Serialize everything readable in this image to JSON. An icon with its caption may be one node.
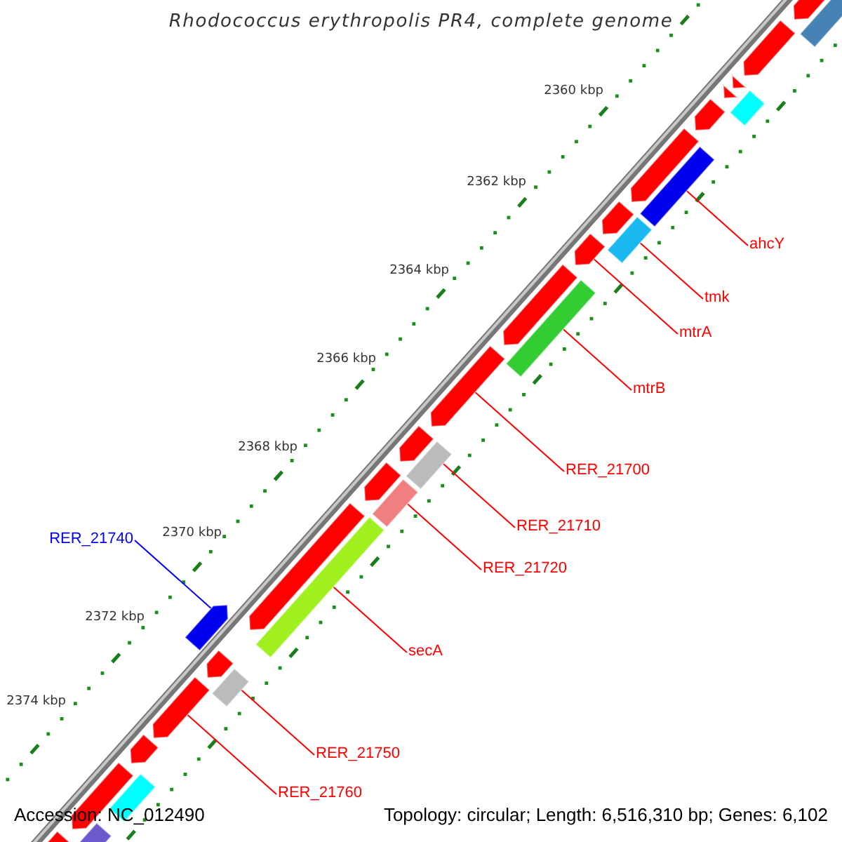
{
  "diagram": {
    "title": "Rhodococcus erythropolis PR4, complete genome",
    "nodes": [
      {
        "text": [
          "ahcY"
        ]
      },
      {
        "text": [
          "tmk"
        ]
      },
      {
        "text": [
          "mtrA"
        ]
      },
      {
        "text": [
          "mtrB"
        ]
      },
      {
        "text": [
          "RER_21700"
        ]
      },
      {
        "text": [
          "RER_21710"
        ]
      },
      {
        "text": [
          "RER_21720"
        ]
      },
      {
        "text": [
          "secA"
        ]
      },
      {
        "text": [
          "RER_21740"
        ]
      },
      {
        "text": [
          "RER_21750"
        ]
      },
      {
        "text": [
          "RER_21760"
        ]
      },
      {
        "text": [],
        "shape": "box"
      },
      {
        "text": [],
        "shape": "arrow"
      },
      {
        "text": [],
        "shape": "arrow"
      },
      {
        "text": [],
        "shape": "arrow"
      },
      {
        "text": [],
        "shape": "arrow"
      },
      {
        "text": [],
        "shape": "box"
      },
      {
        "text": [],
        "shape": "arrow"
      },
      {
        "text": [],
        "shape": "arrow"
      },
      {
        "text": [],
        "shape": "box"
      },
      {
        "text": [],
        "shape": "arrow"
      },
      {
        "text": [],
        "shape": "box"
      },
      {
        "text": [],
        "shape": "arrow"
      },
      {
        "text": [],
        "shape": "arrow"
      },
      {
        "text": [],
        "shape": "box"
      },
      {
        "text": [],
        "shape": "arrow"
      },
      {
        "text": [],
        "shape": "arrow"
      },
      {
        "text": [],
        "shape": "box"
      },
      {
        "text": [],
        "shape": "arrow"
      },
      {
        "text": [],
        "shape": "box"
      },
      {
        "text": [],
        "shape": "arrow"
      },
      {
        "text": [],
        "shape": "box"
      },
      {
        "text": [],
        "shape": "arrow"
      },
      {
        "text": [],
        "shape": "arrow"
      },
      {
        "text": [],
        "shape": "box"
      },
      {
        "text": [],
        "shape": "arrow"
      },
      {
        "text": [],
        "shape": "arrow"
      },
      {
        "text": [],
        "shape": "arrow"
      },
      {
        "text": [],
        "shape": "box"
      },
      {
        "text": [],
        "shape": "arrow"
      },
      {
        "text": [],
        "shape": "box"
      }
    ],
    "edges": [
      {
        "from": 0,
        "to": 19,
        "arrow": "none"
      },
      {
        "from": 1,
        "to": 21,
        "arrow": "none"
      },
      {
        "from": 2,
        "to": 22,
        "arrow": "none"
      },
      {
        "from": 3,
        "to": 24,
        "arrow": "none"
      },
      {
        "from": 4,
        "to": 25,
        "arrow": "none"
      },
      {
        "from": 5,
        "to": 27,
        "arrow": "none"
      },
      {
        "from": 6,
        "to": 29,
        "arrow": "none"
      },
      {
        "from": 7,
        "to": 31,
        "arrow": "none"
      },
      {
        "from": 8,
        "to": 32,
        "arrow": "none",
        "color": "#0000ff"
      },
      {
        "from": 9,
        "to": 34,
        "arrow": "none"
      },
      {
        "from": 10,
        "to": 35,
        "arrow": "none"
      }
    ],
    "labels": [
      "2360 kbp",
      "2362 kbp",
      "2364 kbp",
      "2366 kbp",
      "2368 kbp",
      "2370 kbp",
      "2372 kbp",
      "2374 kbp",
      "Accession: NC_012490",
      "Topology: circular; Length: 6,516,310 bp; Genes: 6,102"
    ]
  }
}
